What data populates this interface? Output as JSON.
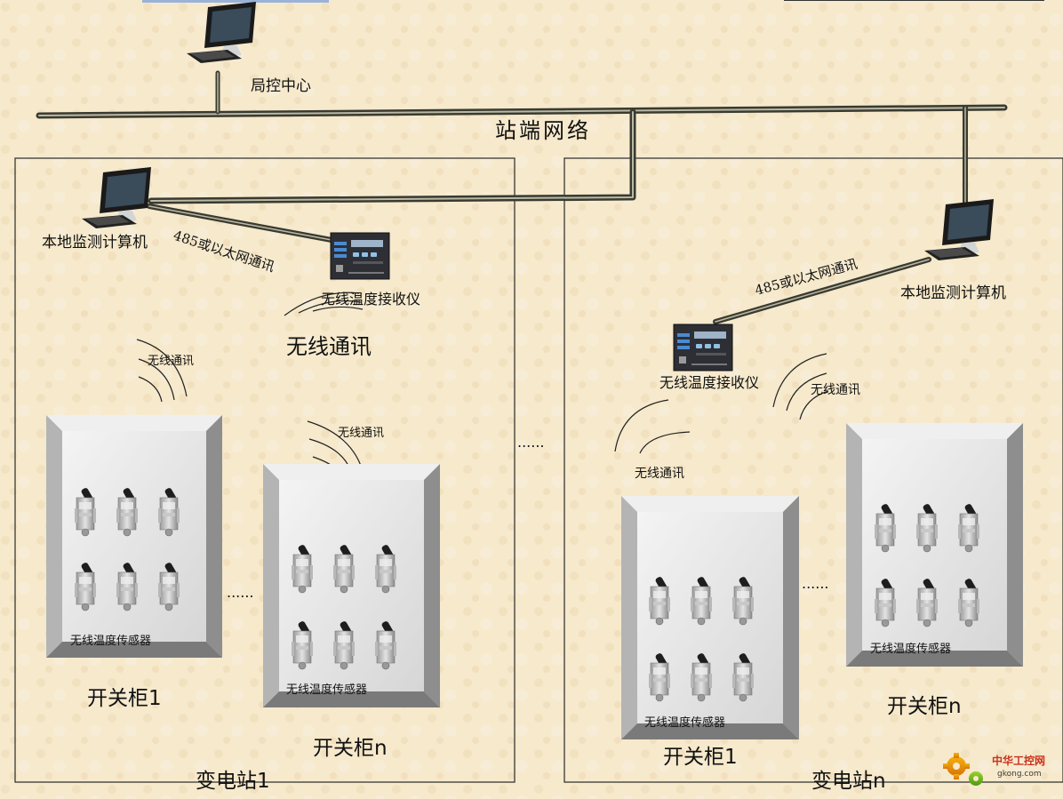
{
  "labels": {
    "center": "局控中心",
    "network": "站端网络",
    "local_pc": "本地监测计算机",
    "comm_link": "485或以太网通讯",
    "receiver": "无线温度接收仪",
    "wireless": "无线通讯",
    "sensor": "无线温度传感器",
    "cabinet_1": "开关柜1",
    "cabinet_n": "开关柜n",
    "substation_1": "变电站1",
    "substation_n": "变电站n",
    "ellipsis": "......"
  },
  "watermark": {
    "cn": "中华工控网",
    "en": "gkong.com"
  },
  "colors": {
    "background": "#f6e9cc",
    "cable": "#3a3a30",
    "frame": "#2a2a2a",
    "cabinet_bevel": "#8a8a8a",
    "cabinet_face": "#e6e6e6"
  }
}
